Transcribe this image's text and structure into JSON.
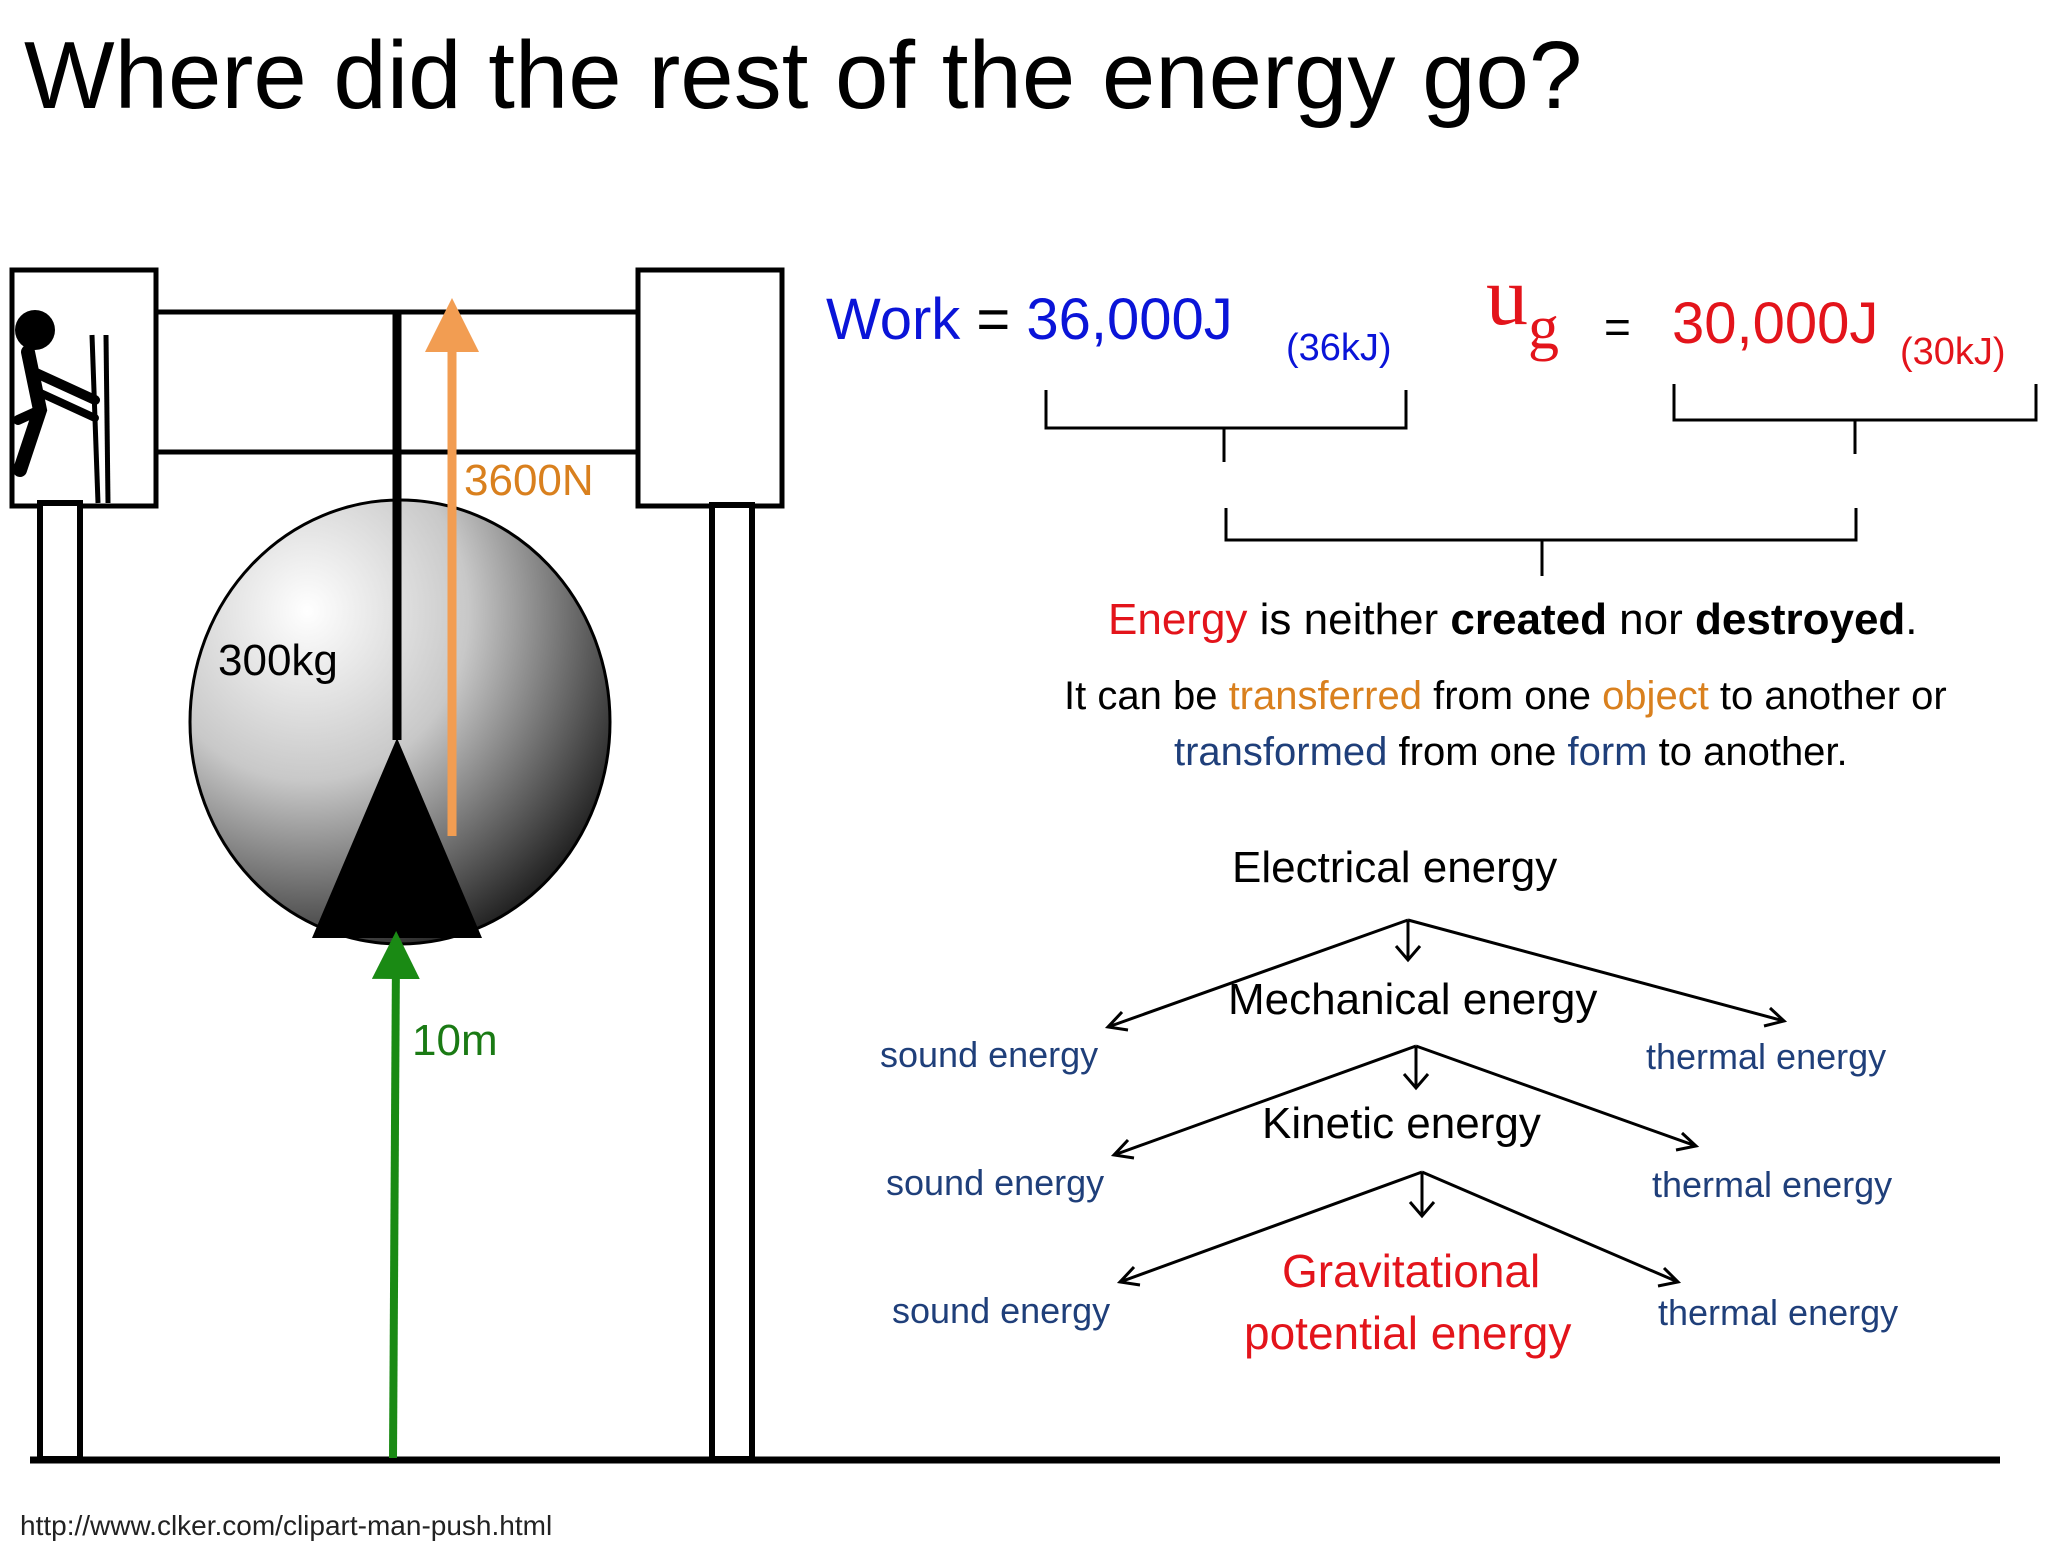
{
  "title": "Where did the rest of the energy go?",
  "apparatus": {
    "mass_label": "300kg",
    "force_label": "3600N",
    "height_label": "10m",
    "figure_icon": "man-pushing-icon"
  },
  "equations": {
    "work_word": "Work",
    "eq1": "=",
    "work_value": "36,000J",
    "work_kj": "(36kJ)",
    "ug_symbol": "u",
    "ug_sub": "g",
    "eq2": "=",
    "ug_value": "30,000J",
    "ug_kj": "(30kJ)"
  },
  "principle": {
    "energy": "Energy",
    "text1": " is neither ",
    "created": "created",
    "text2": " nor ",
    "destroyed": "destroyed",
    "text3": ".",
    "l2_a": "It can be ",
    "transferred": "transferred",
    "l2_b": " from one ",
    "object": "object",
    "l2_c": " to another or",
    "transformed": "transformed",
    "l3_b": " from one ",
    "form": "form",
    "l3_c": " to another."
  },
  "energy_chain": {
    "electrical": "Electrical energy",
    "mechanical": "Mechanical energy",
    "kinetic": "Kinetic energy",
    "gpe_line1": "Gravitational",
    "gpe_line2": "potential energy",
    "sound1": "sound energy",
    "thermal1": "thermal energy",
    "sound2": "sound energy",
    "thermal2": "thermal energy",
    "sound3": "sound energy",
    "thermal3": "thermal energy"
  },
  "source": "http://www.clker.com/clipart-man-push.html",
  "colors": {
    "work_blue": "#0a14d8",
    "energy_red": "#e3141b",
    "transfer_orange": "#d9801e",
    "form_navy": "#1f3f7a",
    "height_green": "#1a7a14",
    "force_orange": "#f29d52"
  }
}
